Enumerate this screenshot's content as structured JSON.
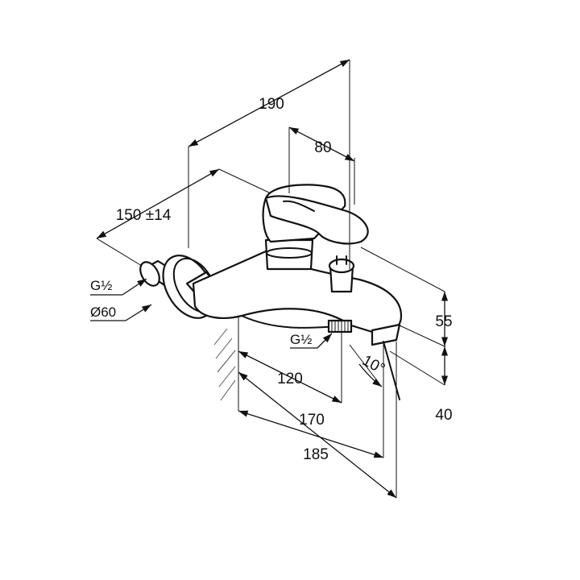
{
  "dimensions": {
    "overall_width": "190",
    "lever_width": "80",
    "wall_distance": "150 ±14",
    "height_upper": "55",
    "height_lower": "40",
    "outlet_120": "120",
    "outlet_170": "170",
    "outlet_185": "185",
    "spout_angle": "10°"
  },
  "callouts": {
    "inlet_thread": "G½",
    "escutcheon_diameter": "Ø60",
    "outlet_thread": "G½"
  },
  "icons": {
    "dimension_arrow": "arrowhead",
    "leader_arrow": "filled-arrowhead"
  }
}
